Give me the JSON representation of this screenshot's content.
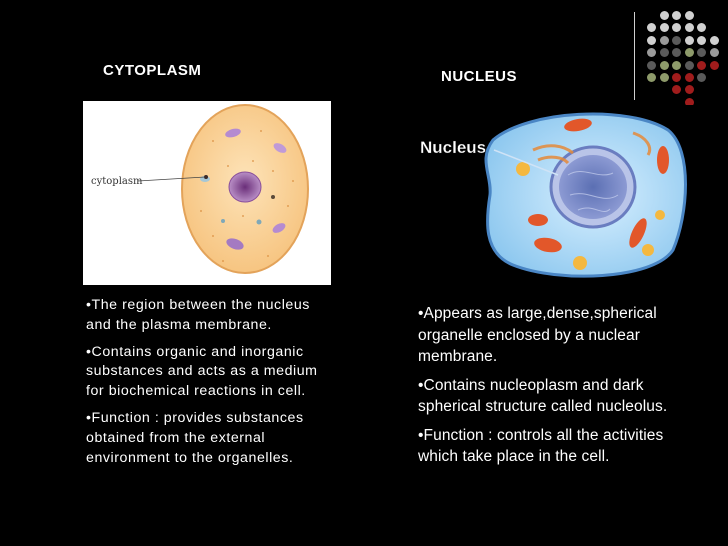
{
  "left": {
    "heading": "CYTOPLASM",
    "image_label": "cytoplasm",
    "bullets": [
      "•The region between the nucleus and the plasma membrane.",
      "•Contains organic and inorganic substances and acts as a medium for biochemical reactions in cell.",
      "•Function : provides substances obtained from the external environment to the organelles."
    ]
  },
  "right": {
    "heading": "NUCLEUS",
    "image_label": "Nucleus",
    "bullets": [
      "•Appears as large,dense,spherical organelle enclosed by a nuclear membrane.",
      "•Contains nucleoplasm and dark spherical structure called nucleolus.",
      "•Function : controls all the activities which take place in the cell."
    ]
  },
  "decoration": {
    "dot_colors": [
      "#d0d0d0",
      "#9a9a9a",
      "#5a5a5a",
      "#8d9a6a",
      "#a01c1c"
    ]
  }
}
